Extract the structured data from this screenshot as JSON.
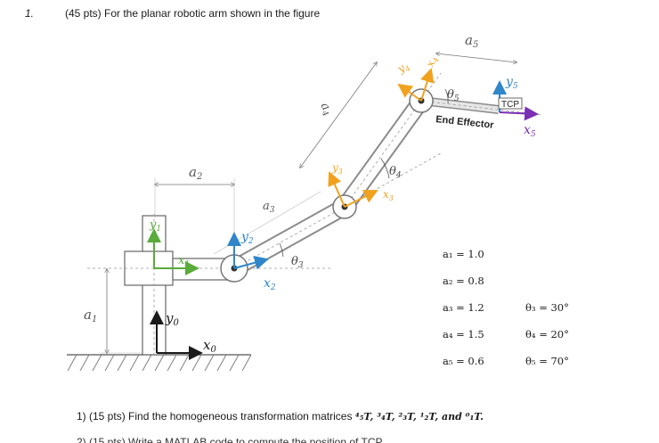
{
  "question": {
    "number": "1.",
    "title": "(45 pts) For the planar robotic arm shown in the figure"
  },
  "figure": {
    "link_labels": {
      "a1": "a",
      "a1_sub": "1",
      "a2": "a",
      "a2_sub": "2",
      "a3": "a",
      "a3_sub": "3",
      "a4": "a",
      "a4_sub": "4",
      "a5": "a",
      "a5_sub": "5"
    },
    "frame_labels": {
      "x0": "x",
      "x0_sub": "0",
      "y0": "y",
      "y0_sub": "0",
      "x1": "x",
      "x1_sub": "1",
      "y1": "y",
      "y1_sub": "1",
      "x2": "x",
      "x2_sub": "2",
      "y2": "y",
      "y2_sub": "2",
      "x3": "x",
      "x3_sub": "3",
      "y3": "y",
      "y3_sub": "3",
      "x4": "x",
      "x4_sub": "4",
      "y4": "y",
      "y4_sub": "4",
      "x5": "x",
      "x5_sub": "5",
      "y5": "y",
      "y5_sub": "5"
    },
    "angle_labels": {
      "t3": "θ",
      "t3_sub": "3",
      "t4": "θ",
      "t4_sub": "4",
      "t5": "θ",
      "t5_sub": "5"
    },
    "end_effector": "End Effector",
    "tcp": "TCP",
    "colors": {
      "x_axis_green": "#5aab3c",
      "y_axis_blue": "#2f86c8",
      "x_axis_orange": "#f0a21e",
      "x_axis_purple": "#7a2fb4",
      "link_gray": "#9a9a9a"
    }
  },
  "parameters": {
    "lengths": [
      "a₁ = 1.0",
      "a₂ = 0.8",
      "a₃ = 1.2",
      "a₄ = 1.5",
      "a₅ = 0.6"
    ],
    "angles": [
      "θ₃ = 30°",
      "θ₄ = 20°",
      "θ₅ = 70°"
    ]
  },
  "subquestions": {
    "q1_prefix": "1)   (15 pts) Find the homogeneous transformation matrices ",
    "q1_matrices": [
      "⁴₅T",
      "³₄T",
      "²₃T",
      "¹₂T",
      "⁰₁T"
    ],
    "q2_partial": "2)   (15 pts) Write a MATLAB code to compute the position of TCP"
  }
}
